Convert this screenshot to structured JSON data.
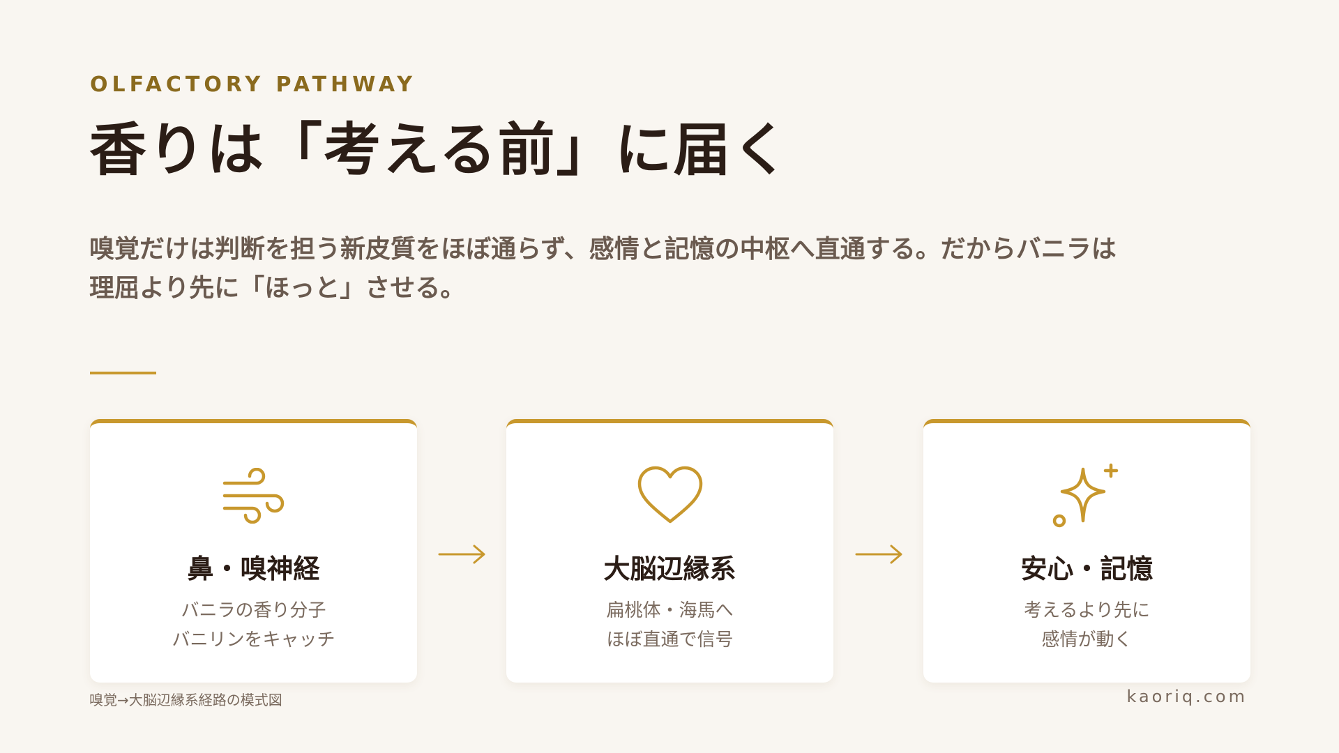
{
  "eyebrow": "OLFACTORY PATHWAY",
  "title": "香りは「考える前」に届く",
  "lead": "嗅覚だけは判断を担う新皮質をほぼ通らず、感情と記憶の中枢へ直通する。だからバニラは理屈より先に「ほっと」させる。",
  "accent_color": "#c8982d",
  "cards": [
    {
      "icon": "wind-icon",
      "title": "鼻・嗅神経",
      "lines": [
        "バニラの香り分子",
        "バニリンをキャッチ"
      ]
    },
    {
      "icon": "heart-icon",
      "title": "大脳辺縁系",
      "lines": [
        "扁桃体・海馬へ",
        "ほぼ直通で信号"
      ]
    },
    {
      "icon": "sparkle-icon",
      "title": "安心・記憶",
      "lines": [
        "考えるより先に",
        "感情が動く"
      ]
    }
  ],
  "caption": "嗅覚→大脳辺縁系経路の模式図",
  "footer_domain": "kaoriq.com"
}
